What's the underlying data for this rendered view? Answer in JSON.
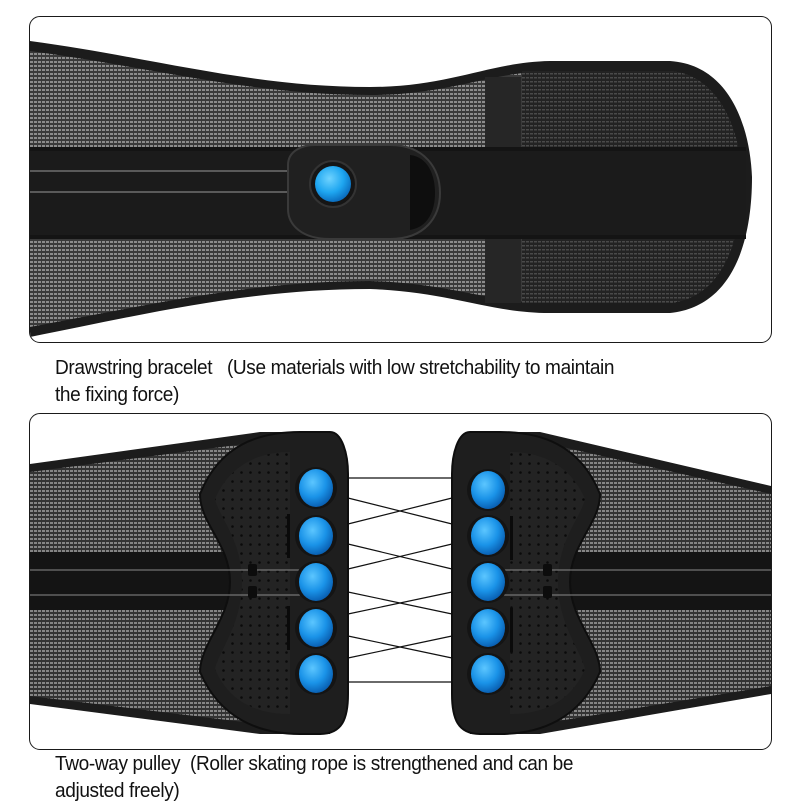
{
  "panels": [
    {
      "id": "drawstring",
      "title": "Drawstring bracelet",
      "note": "(Use materials with low stretchability to maintain the fixing force)",
      "line1": "Drawstring bracelet   (Use materials with low stretchability to maintain",
      "line2": "the fixing force)"
    },
    {
      "id": "pulley",
      "title": "Two-way pulley",
      "note": "(Roller skating rope is strengthened and can be adjusted freely)",
      "line1": "Two-way pulley  (Roller skating rope is strengthened and can be",
      "line2": "adjusted freely)"
    }
  ],
  "colors": {
    "frame_border": "#1a1a1a",
    "belt_black": "#1c1c1c",
    "mesh_gray": "#6a6a6a",
    "button_blue": "#1e9bea",
    "caption_text": "#111111"
  },
  "pulley_buttons_per_side": 5
}
